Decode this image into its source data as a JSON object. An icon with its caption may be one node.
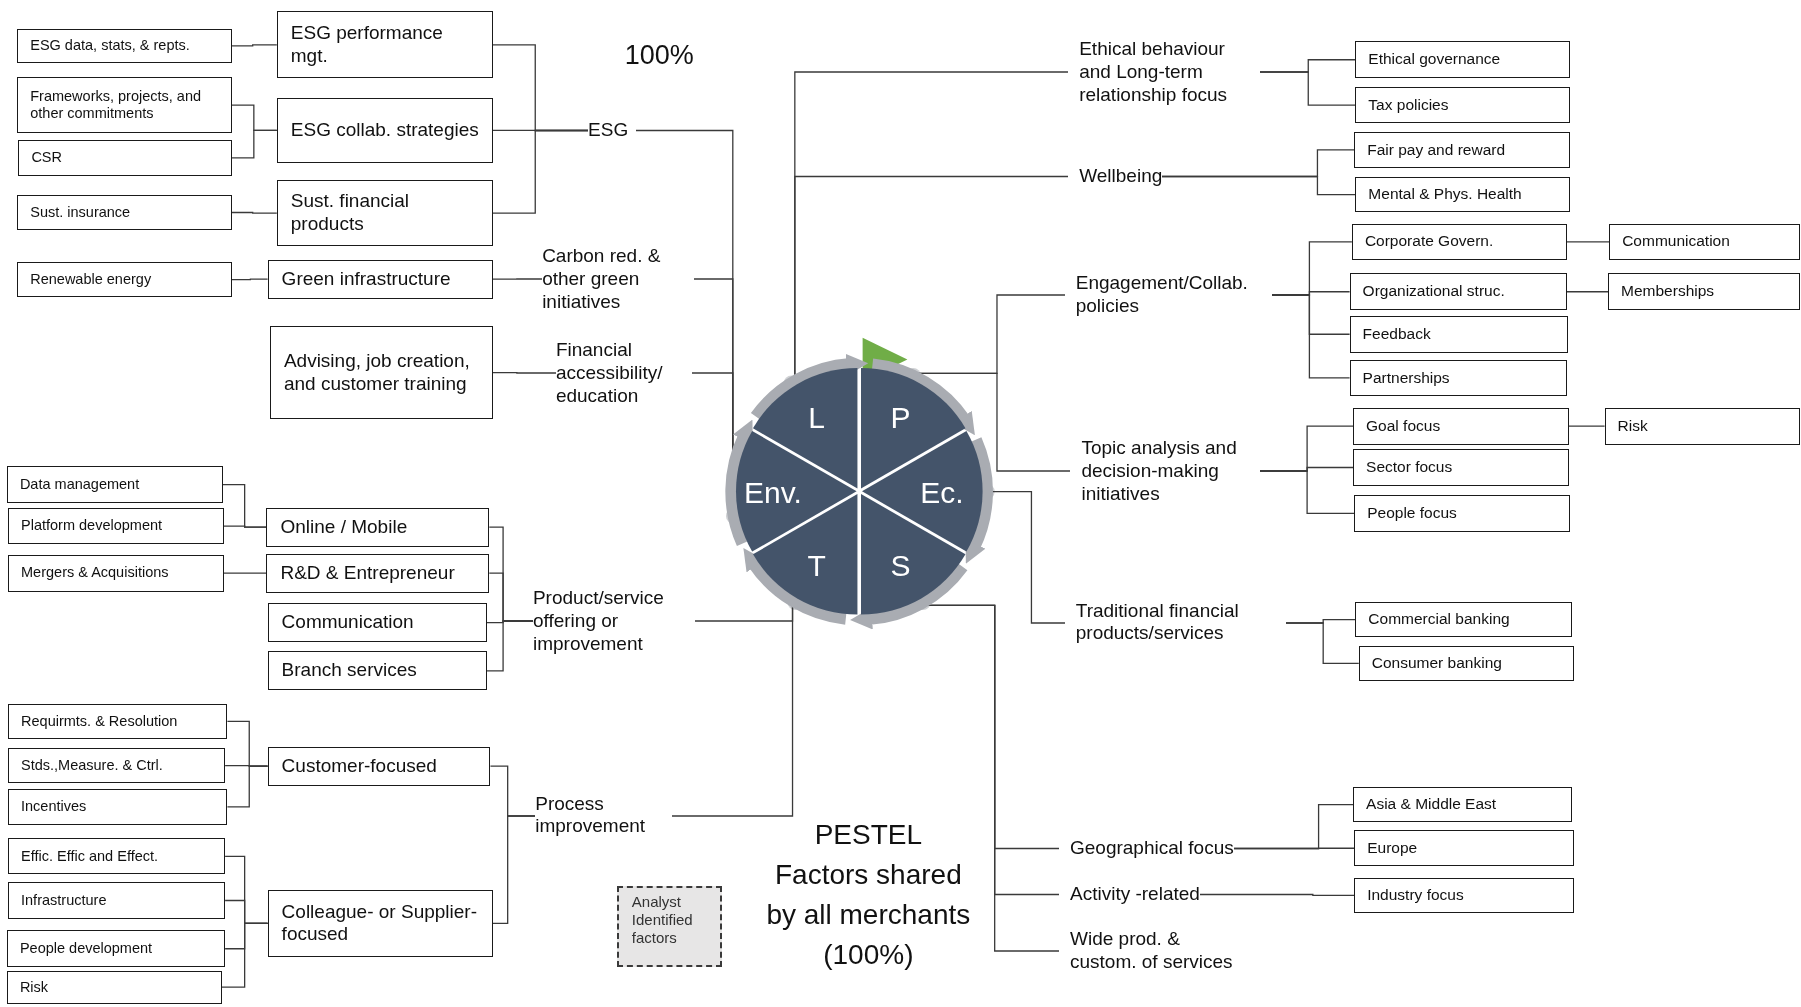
{
  "diagram": {
    "nodes": [
      {
        "text": [
          "L"
        ]
      },
      {
        "text": [
          "P"
        ]
      },
      {
        "text": [
          "Env."
        ]
      },
      {
        "text": [
          "Ec."
        ]
      },
      {
        "text": [
          "T"
        ]
      },
      {
        "text": [
          "S"
        ]
      },
      {
        "text": [
          "ESG"
        ]
      },
      {
        "text": [
          "Carbon red. & other green initiatives"
        ]
      },
      {
        "text": [
          "Financial accessibility/ education"
        ]
      },
      {
        "text": [
          "Product/service offering or improvement"
        ]
      },
      {
        "text": [
          "Process improvement"
        ]
      },
      {
        "text": [
          "Ethical behaviour and Long-term relationship focus"
        ]
      },
      {
        "text": [
          "Wellbeing"
        ]
      },
      {
        "text": [
          "Engagement/Collab. policies"
        ]
      },
      {
        "text": [
          "Topic analysis and decision-making initiatives"
        ]
      },
      {
        "text": [
          "Traditional financial products/services"
        ]
      },
      {
        "text": [
          "Geographical focus"
        ]
      },
      {
        "text": [
          "Activity -related"
        ]
      },
      {
        "text": [
          "Wide prod. & custom. of services"
        ]
      },
      {
        "text": [
          "ESG performance mgt."
        ]
      },
      {
        "text": [
          "ESG collab. strategies"
        ]
      },
      {
        "text": [
          "Sust. financial products"
        ]
      },
      {
        "text": [
          "Green infrastructure"
        ]
      },
      {
        "text": [
          "Advising, job creation, and customer training"
        ]
      },
      {
        "text": [
          "Online / Mobile"
        ]
      },
      {
        "text": [
          "R&D & Entrepreneur"
        ]
      },
      {
        "text": [
          "Communication"
        ]
      },
      {
        "text": [
          "Branch services"
        ]
      },
      {
        "text": [
          "Customer-focused"
        ]
      },
      {
        "text": [
          "Colleague- or Supplier-focused"
        ]
      },
      {
        "text": [
          "ESG data, stats, & repts."
        ]
      },
      {
        "text": [
          "Frameworks, projects, and other commitments"
        ]
      },
      {
        "text": [
          "CSR"
        ]
      },
      {
        "text": [
          "Sust. insurance"
        ]
      },
      {
        "text": [
          "Renewable energy"
        ]
      },
      {
        "text": [
          "Data management"
        ]
      },
      {
        "text": [
          "Platform development"
        ]
      },
      {
        "text": [
          "Mergers & Acquisitions"
        ]
      },
      {
        "text": [
          "Requirmts. & Resolution"
        ]
      },
      {
        "text": [
          "Stds.,Measure. & Ctrl."
        ]
      },
      {
        "text": [
          "Incentives"
        ]
      },
      {
        "text": [
          "Effic. Effic and Effect."
        ]
      },
      {
        "text": [
          "Infrastructure"
        ]
      },
      {
        "text": [
          "People development"
        ]
      },
      {
        "text": [
          "Risk"
        ]
      },
      {
        "text": [
          "Ethical governance"
        ]
      },
      {
        "text": [
          "Tax policies"
        ]
      },
      {
        "text": [
          "Fair pay and reward"
        ]
      },
      {
        "text": [
          "Mental & Phys. Health"
        ]
      },
      {
        "text": [
          "Corporate Govern."
        ]
      },
      {
        "text": [
          "Organizational struc."
        ]
      },
      {
        "text": [
          "Feedback"
        ]
      },
      {
        "text": [
          "Partnerships"
        ]
      },
      {
        "text": [
          "Goal focus"
        ]
      },
      {
        "text": [
          "Sector focus"
        ]
      },
      {
        "text": [
          "People focus"
        ]
      },
      {
        "text": [
          "Commercial banking"
        ]
      },
      {
        "text": [
          "Consumer banking"
        ]
      },
      {
        "text": [
          "Asia & Middle East"
        ]
      },
      {
        "text": [
          "Europe"
        ]
      },
      {
        "text": [
          "Industry focus"
        ]
      },
      {
        "text": [
          "Communication"
        ]
      },
      {
        "text": [
          "Memberships"
        ]
      },
      {
        "text": [
          "Risk"
        ]
      }
    ],
    "edges": [
      {
        "from": 0,
        "to": 11,
        "arrow": "none"
      },
      {
        "from": 0,
        "to": 12,
        "arrow": "none"
      },
      {
        "from": 2,
        "to": 6,
        "arrow": "none"
      },
      {
        "from": 2,
        "to": 7,
        "arrow": "none"
      },
      {
        "from": 2,
        "to": 8,
        "arrow": "none"
      },
      {
        "from": 1,
        "to": 13,
        "arrow": "none"
      },
      {
        "from": 1,
        "to": 14,
        "arrow": "none"
      },
      {
        "from": 3,
        "to": 15,
        "arrow": "none"
      },
      {
        "from": 4,
        "to": 9,
        "arrow": "none"
      },
      {
        "from": 4,
        "to": 10,
        "arrow": "none"
      },
      {
        "from": 5,
        "to": 16,
        "arrow": "none"
      },
      {
        "from": 5,
        "to": 17,
        "arrow": "none"
      },
      {
        "from": 5,
        "to": 18,
        "arrow": "none"
      },
      {
        "from": 6,
        "to": 19,
        "arrow": "none"
      },
      {
        "from": 6,
        "to": 20,
        "arrow": "none"
      },
      {
        "from": 6,
        "to": 21,
        "arrow": "none"
      },
      {
        "from": 7,
        "to": 22,
        "arrow": "none"
      },
      {
        "from": 8,
        "to": 23,
        "arrow": "none"
      },
      {
        "from": 9,
        "to": 24,
        "arrow": "none"
      },
      {
        "from": 9,
        "to": 25,
        "arrow": "none"
      },
      {
        "from": 9,
        "to": 26,
        "arrow": "none"
      },
      {
        "from": 9,
        "to": 27,
        "arrow": "none"
      },
      {
        "from": 10,
        "to": 28,
        "arrow": "none"
      },
      {
        "from": 10,
        "to": 29,
        "arrow": "none"
      },
      {
        "from": 11,
        "to": 45,
        "arrow": "none"
      },
      {
        "from": 11,
        "to": 46,
        "arrow": "none"
      },
      {
        "from": 12,
        "to": 47,
        "arrow": "none"
      },
      {
        "from": 12,
        "to": 48,
        "arrow": "none"
      },
      {
        "from": 13,
        "to": 49,
        "arrow": "none"
      },
      {
        "from": 13,
        "to": 50,
        "arrow": "none"
      },
      {
        "from": 13,
        "to": 51,
        "arrow": "none"
      },
      {
        "from": 13,
        "to": 52,
        "arrow": "none"
      },
      {
        "from": 14,
        "to": 53,
        "arrow": "none"
      },
      {
        "from": 14,
        "to": 54,
        "arrow": "none"
      },
      {
        "from": 14,
        "to": 55,
        "arrow": "none"
      },
      {
        "from": 15,
        "to": 56,
        "arrow": "none"
      },
      {
        "from": 15,
        "to": 57,
        "arrow": "none"
      },
      {
        "from": 16,
        "to": 58,
        "arrow": "none"
      },
      {
        "from": 16,
        "to": 59,
        "arrow": "none"
      },
      {
        "from": 17,
        "to": 60,
        "arrow": "none"
      },
      {
        "from": 19,
        "to": 30,
        "arrow": "none"
      },
      {
        "from": 20,
        "to": 31,
        "arrow": "none"
      },
      {
        "from": 20,
        "to": 32,
        "arrow": "none"
      },
      {
        "from": 21,
        "to": 33,
        "arrow": "none"
      },
      {
        "from": 22,
        "to": 34,
        "arrow": "none"
      },
      {
        "from": 24,
        "to": 35,
        "arrow": "none"
      },
      {
        "from": 24,
        "to": 36,
        "arrow": "none"
      },
      {
        "from": 25,
        "to": 37,
        "arrow": "none"
      },
      {
        "from": 28,
        "to": 38,
        "arrow": "none"
      },
      {
        "from": 28,
        "to": 39,
        "arrow": "none"
      },
      {
        "from": 28,
        "to": 40,
        "arrow": "none"
      },
      {
        "from": 29,
        "to": 41,
        "arrow": "none"
      },
      {
        "from": 29,
        "to": 42,
        "arrow": "none"
      },
      {
        "from": 29,
        "to": 43,
        "arrow": "none"
      },
      {
        "from": 29,
        "to": 44,
        "arrow": "none"
      },
      {
        "from": 49,
        "to": 61,
        "arrow": "none"
      },
      {
        "from": 50,
        "to": 62,
        "arrow": "none"
      },
      {
        "from": 53,
        "to": 63,
        "arrow": "none"
      },
      {
        "from": 0,
        "to": 1,
        "arrow": "to",
        "style": "thick",
        "color": "#a9acb2"
      },
      {
        "from": 1,
        "to": 3,
        "arrow": "to",
        "style": "thick",
        "color": "#a9acb2"
      },
      {
        "from": 3,
        "to": 5,
        "arrow": "to",
        "style": "thick",
        "color": "#a9acb2"
      },
      {
        "from": 5,
        "to": 4,
        "arrow": "to",
        "style": "thick",
        "color": "#a9acb2"
      },
      {
        "from": 4,
        "to": 2,
        "arrow": "to",
        "style": "thick",
        "color": "#a9acb2"
      },
      {
        "from": 2,
        "to": 0,
        "arrow": "to",
        "style": "thick",
        "color": "#a9acb2"
      }
    ],
    "labels": [
      "100%",
      "PESTEL",
      "Factors shared by all merchants (100%)"
    ],
    "legend": [
      {
        "text": "Analyst Identified factors",
        "color": "#e7e6e6"
      }
    ]
  }
}
